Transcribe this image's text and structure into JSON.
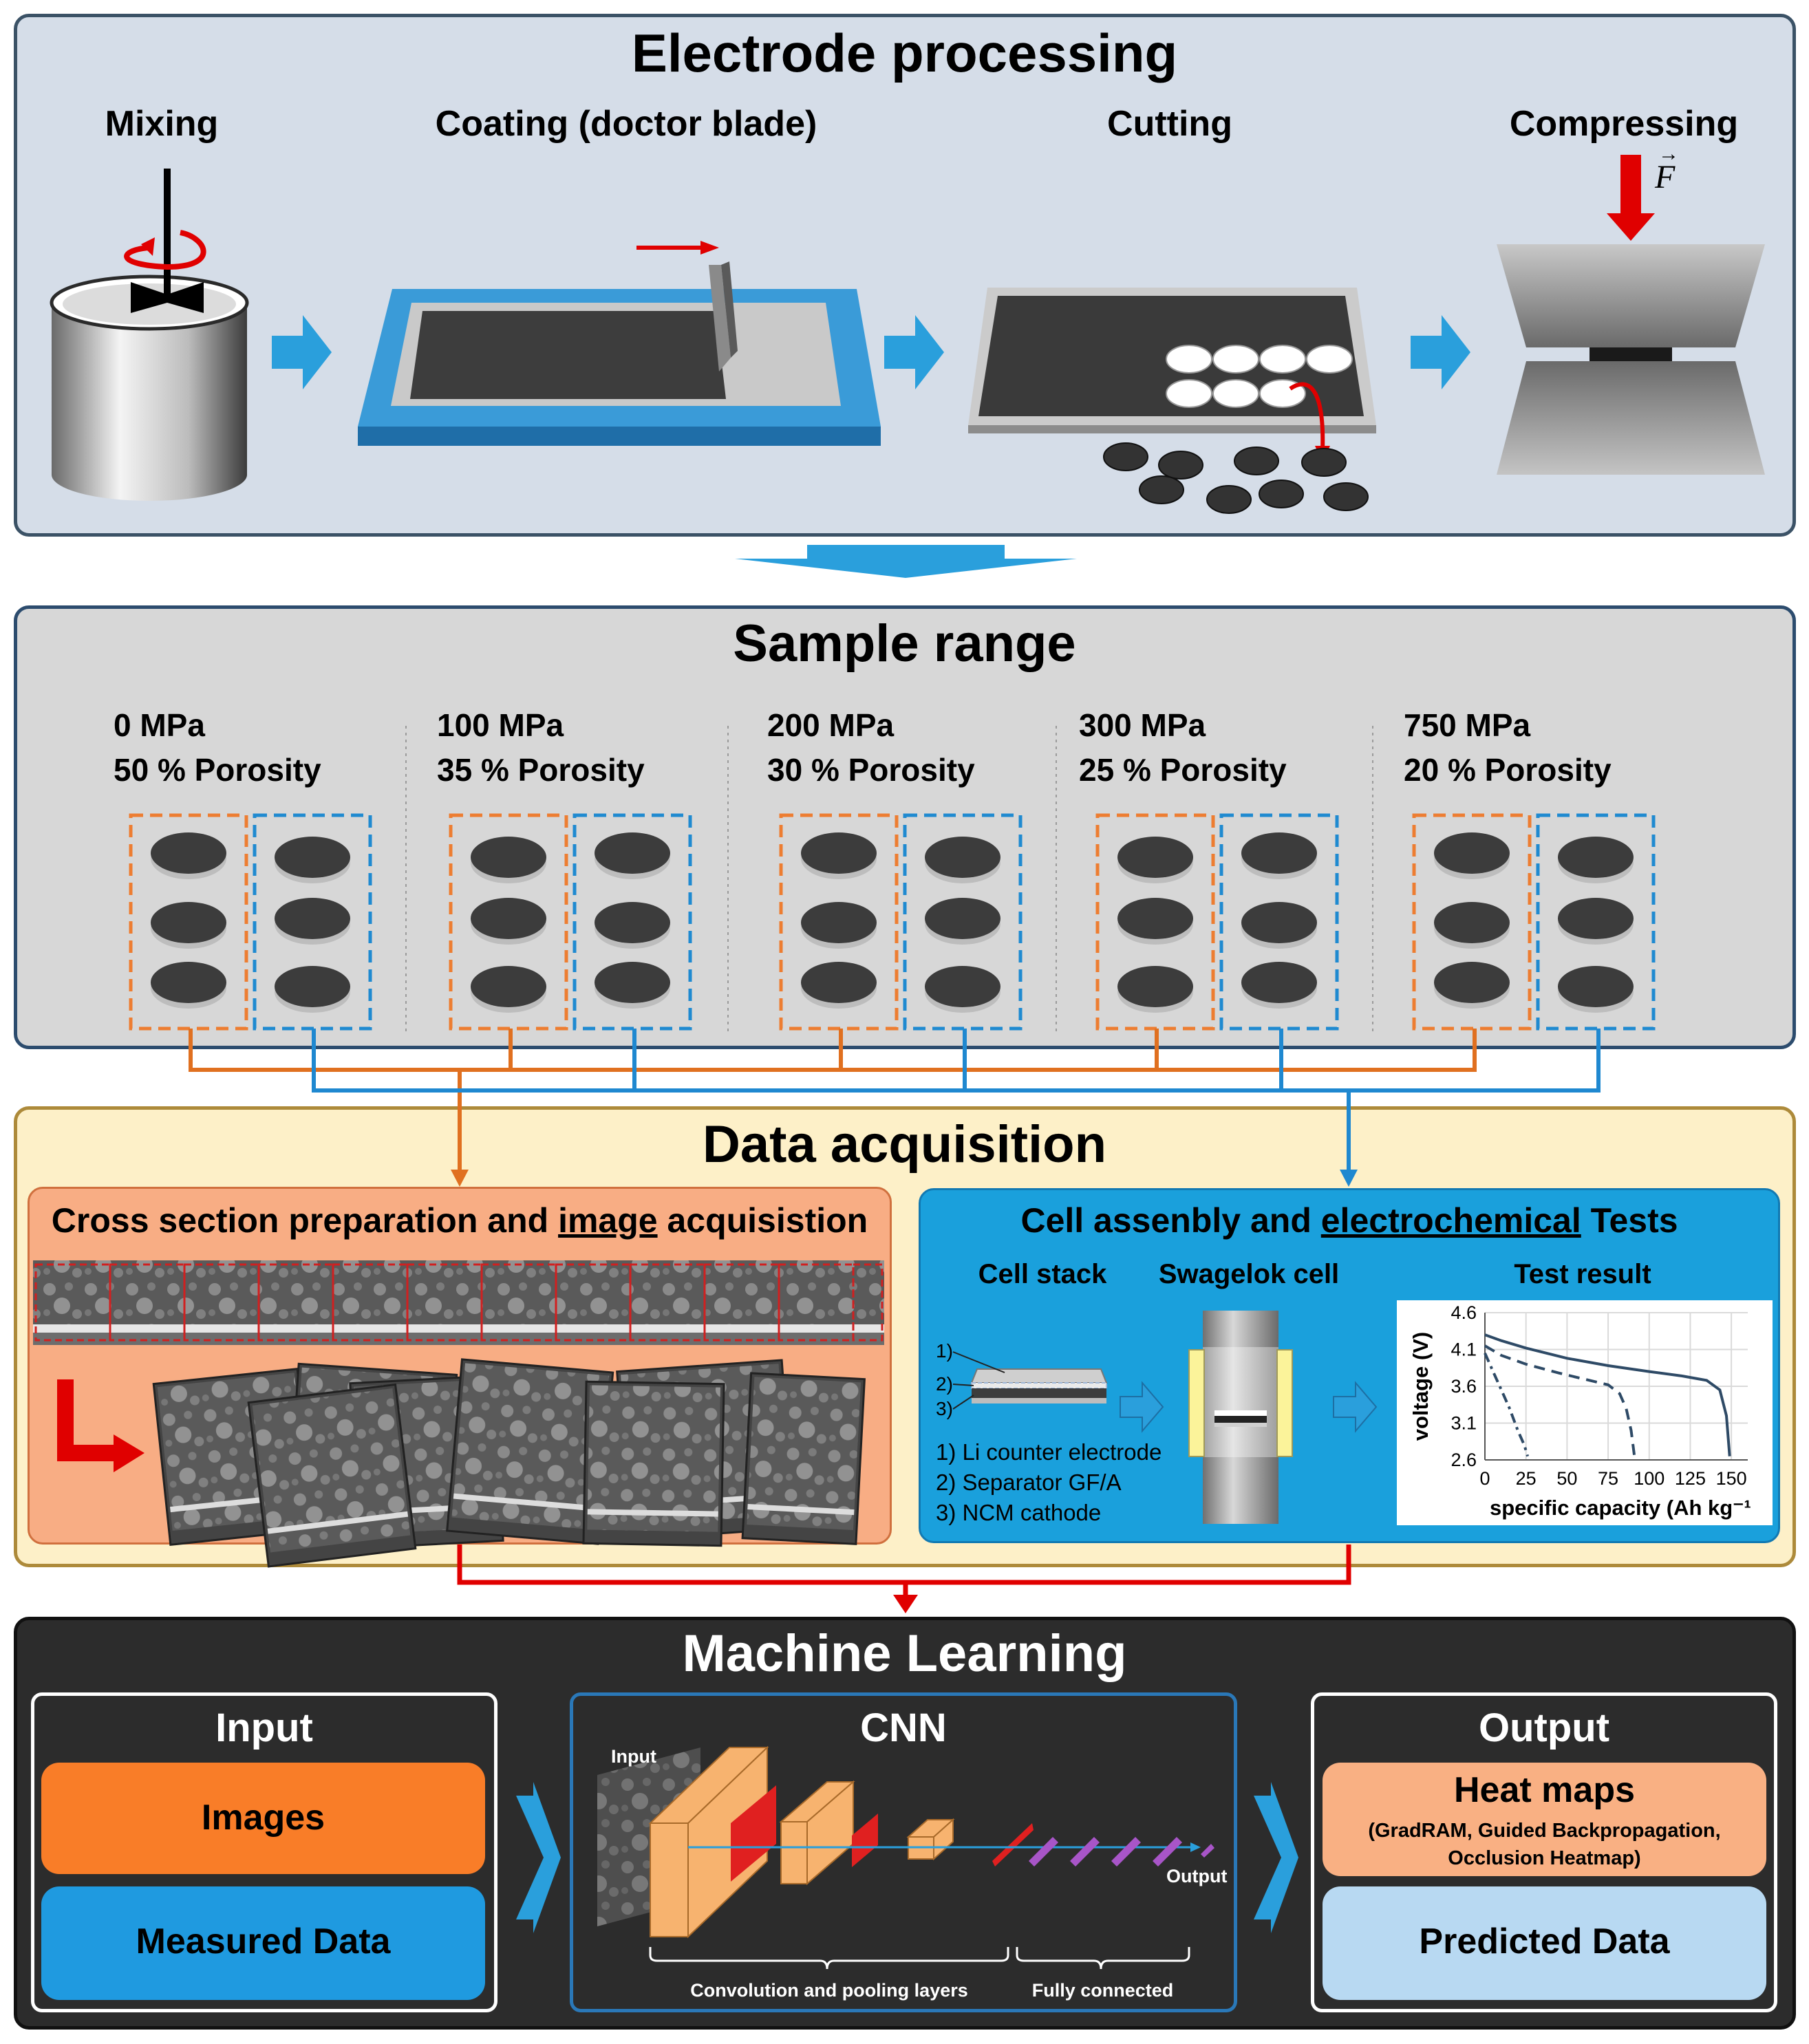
{
  "electrode": {
    "title": "Electrode processing",
    "steps": [
      "Mixing",
      "Coating (doctor blade)",
      "Cutting",
      "Compressing"
    ],
    "force_symbol": "F"
  },
  "samples": {
    "title": "Sample range",
    "groups": [
      {
        "pressure": "0 MPa",
        "porosity": "50 % Porosity"
      },
      {
        "pressure": "100 MPa",
        "porosity": "35 % Porosity"
      },
      {
        "pressure": "200 MPa",
        "porosity": "30 % Porosity"
      },
      {
        "pressure": "300 MPa",
        "porosity": "25 % Porosity"
      },
      {
        "pressure": "750 MPa",
        "porosity": "20 % Porosity"
      }
    ]
  },
  "acquisition": {
    "title": "Data acquisition",
    "image_panel": {
      "prefix": "Cross section preparation and ",
      "underlined": "image",
      "suffix": " acquisistion"
    },
    "cell_panel": {
      "prefix": "Cell assenbly and ",
      "underlined": "electrochemical",
      "suffix": " Tests",
      "col_cell_stack": "Cell stack",
      "col_swagelok": "Swagelok cell",
      "col_test_result": "Test result",
      "stack_markers": [
        "1)",
        "2)",
        "3)"
      ],
      "legend": [
        "1)  Li counter electrode",
        "2)  Separator GF/A",
        "3)  NCM cathode"
      ]
    }
  },
  "chart_data": {
    "type": "line",
    "title": "",
    "xlabel": "specific capacity (Ah kg⁻¹",
    "ylabel": "voltage (V)",
    "xlim": [
      0,
      160
    ],
    "ylim": [
      2.6,
      4.6
    ],
    "xticks": [
      "0",
      "25",
      "50",
      "75",
      "100",
      "125",
      "150"
    ],
    "yticks": [
      "4.6",
      "4.1",
      "3.6",
      "3.1",
      "2.6"
    ],
    "grid": true,
    "series": [
      {
        "style": "solid",
        "x": [
          0,
          10,
          25,
          50,
          75,
          100,
          120,
          135,
          143,
          147,
          149
        ],
        "y": [
          4.3,
          4.22,
          4.12,
          3.98,
          3.88,
          3.8,
          3.74,
          3.68,
          3.55,
          3.2,
          2.65
        ]
      },
      {
        "style": "dashed",
        "x": [
          0,
          10,
          25,
          45,
          60,
          75,
          82,
          86,
          89,
          91
        ],
        "y": [
          4.15,
          4.02,
          3.9,
          3.78,
          3.7,
          3.62,
          3.5,
          3.3,
          3.0,
          2.65
        ]
      },
      {
        "style": "dashdot",
        "x": [
          0,
          5,
          10,
          15,
          20,
          24,
          26
        ],
        "y": [
          4.05,
          3.8,
          3.55,
          3.3,
          3.0,
          2.8,
          2.65
        ]
      }
    ]
  },
  "ml": {
    "title": "Machine Learning",
    "input": {
      "title": "Input",
      "images": "Images",
      "measured": "Measured Data"
    },
    "cnn": {
      "title": "CNN",
      "input_label": "Input",
      "output_label": "Output",
      "conv_label": "Convolution and pooling layers",
      "fc_label": "Fully connected"
    },
    "output": {
      "title": "Output",
      "heat_title": "Heat maps",
      "heat_sub1": "(GradRAM, Guided Backpropagation,",
      "heat_sub2": "Occlusion Heatmap)",
      "predicted": "Predicted Data"
    }
  },
  "colors": {
    "orange": "#ed7d31",
    "blue": "#1f8ad0",
    "red": "#e00000",
    "arrow_blue": "#2a9fdc"
  }
}
